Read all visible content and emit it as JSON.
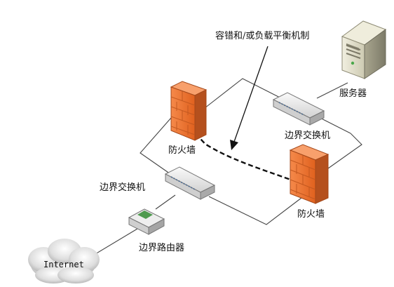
{
  "diagram": {
    "annotation": "容错和/或负载平衡机制",
    "nodes": {
      "server": {
        "label": "服务器",
        "icon": "server-tower-icon"
      },
      "switch_top": {
        "label": "边界交换机",
        "icon": "network-switch-icon"
      },
      "switch_left": {
        "label": "边界交换机",
        "icon": "network-switch-icon"
      },
      "firewall_left": {
        "label": "防火墙",
        "icon": "brick-firewall-icon"
      },
      "firewall_right": {
        "label": "防火墙",
        "icon": "brick-firewall-icon"
      },
      "router": {
        "label": "边界路由器",
        "icon": "router-icon"
      },
      "internet": {
        "label": "Internet",
        "icon": "cloud-icon"
      }
    },
    "colors": {
      "firewall": "#ef7a2c",
      "firewall_dark": "#b9501a",
      "server": "#dedcc8",
      "switch": "#e6e6e6"
    }
  }
}
